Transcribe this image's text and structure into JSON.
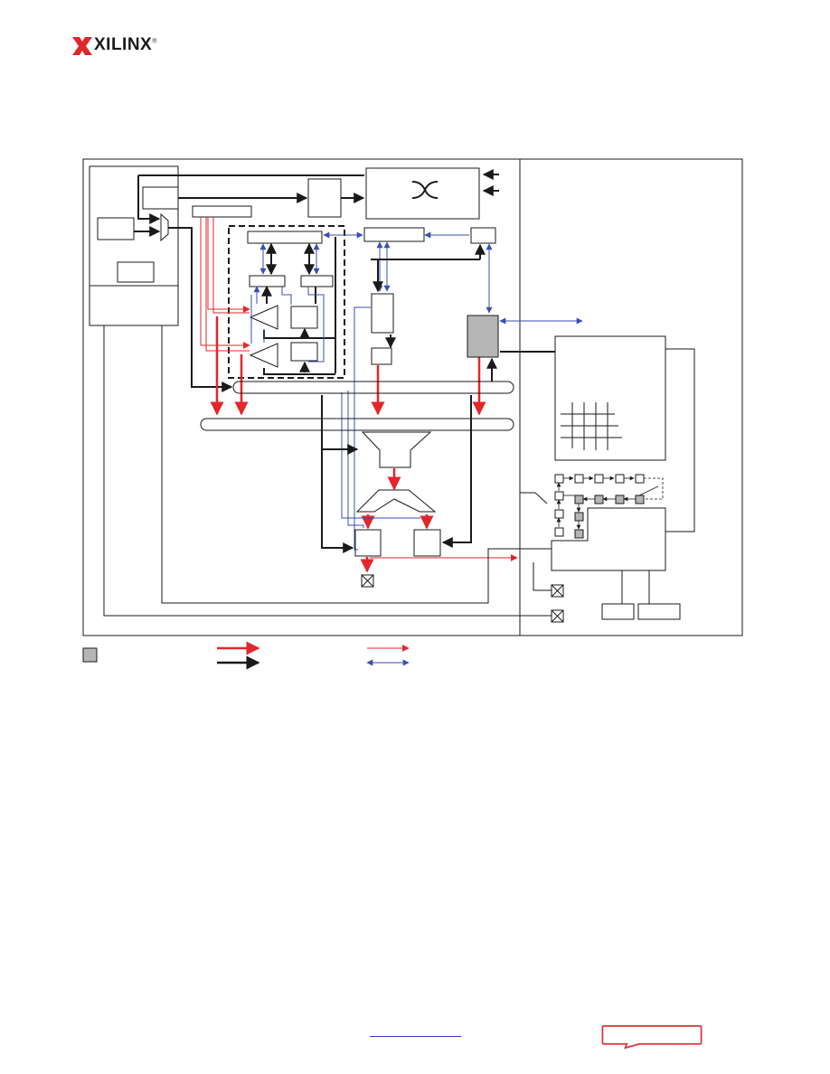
{
  "brand": {
    "name": "XILINX",
    "mark": "®",
    "logo_color": "#e3262a"
  },
  "diagram": {
    "legend": {
      "gray_swatch": "#b5b5b5",
      "arrow_styles": [
        {
          "name": "thick-red",
          "color": "#e3262a"
        },
        {
          "name": "thick-black",
          "color": "#1a1a1a"
        },
        {
          "name": "thin-red",
          "color": "#e3262a"
        },
        {
          "name": "thin-blue-bidirectional",
          "color": "#3a4fb0"
        }
      ]
    },
    "colors": {
      "red": "#e3262a",
      "blue": "#3a4fb0",
      "black": "#1a1a1a",
      "gray_block": "#b5b5b5"
    }
  },
  "footer": {
    "link_color": "#2a3fcf",
    "feedback_button_color": "#d8333a"
  }
}
